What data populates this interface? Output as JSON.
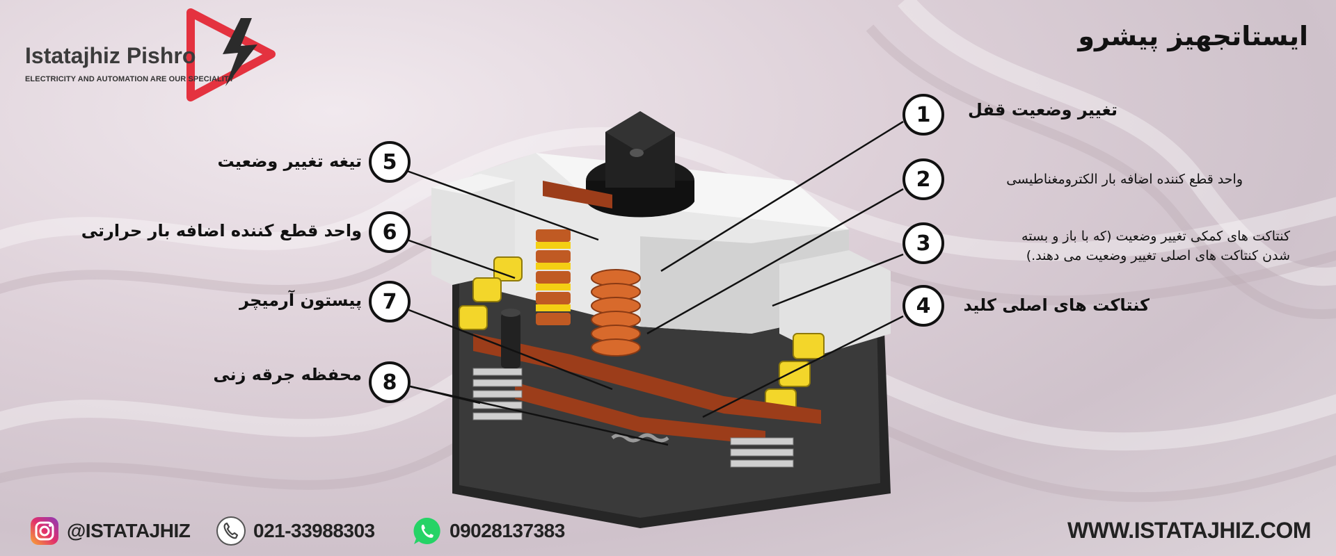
{
  "brand": {
    "logo_name": "Istatajhiz Pishro",
    "logo_tagline": "ELECTRICITY AND AUTOMATION ARE OUR SPECIALITY",
    "title": "ایستاتجهیز پیشرو",
    "colors": {
      "logo_red": "#e4323f",
      "badge_border": "#111111"
    }
  },
  "callouts": [
    {
      "number": "1",
      "text": "تغییر وضعیت قفل"
    },
    {
      "number": "2",
      "text": "واحد قطع کننده اضافه بار الکترومغناطیسی"
    },
    {
      "number": "3",
      "line1": "کنتاکت های کمکی تغییر وضعیت (که با باز و بسته",
      "line2": "شدن کنتاکت های اصلی تغییر وضعیت می دهند.)"
    },
    {
      "number": "4",
      "text": "کنتاکت های اصلی کلید"
    },
    {
      "number": "5",
      "text": "تیغه تغییر وضعیت"
    },
    {
      "number": "6",
      "text": "واحد قطع کننده اضافه بار حرارتی"
    },
    {
      "number": "7",
      "text": "پیستون آرمیچر"
    },
    {
      "number": "8",
      "text": "محفظه جرقه زنی"
    }
  ],
  "footer": {
    "instagram": {
      "icon": "instagram-icon",
      "text": "@ISTATAJHIZ"
    },
    "phone": {
      "icon": "phone-icon",
      "text": "021-33988303"
    },
    "whatsapp": {
      "icon": "whatsapp-icon",
      "text": "09028137383"
    },
    "website": "WWW.ISTATAJHIZ.COM"
  }
}
